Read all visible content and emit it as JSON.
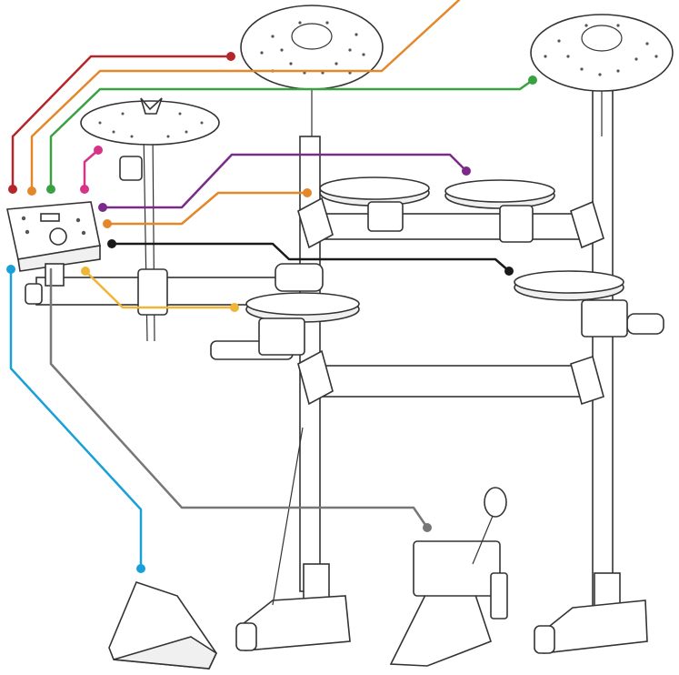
{
  "diagram": {
    "connector_colors": {
      "crash_red": "#b5262b",
      "ride_orange": "#e4872a",
      "crash_green": "#3aa143",
      "hihat_magenta": "#d6338a",
      "tom_purple": "#7b2a8a",
      "snare_orange": "#e4872a",
      "floor_black": "#1a1a1a",
      "tom_yellow": "#f0b437",
      "kick_gray": "#777777",
      "hihat_pedal_blue": "#1aa0d8"
    },
    "components": [
      {
        "id": "module",
        "icon": "drum-module-icon"
      },
      {
        "id": "crash-cymbal-left",
        "icon": "cymbal-icon"
      },
      {
        "id": "crash-cymbal-right",
        "icon": "cymbal-icon"
      },
      {
        "id": "hihat-cymbal",
        "icon": "cymbal-icon"
      },
      {
        "id": "tom-pad-1",
        "icon": "drum-pad-icon"
      },
      {
        "id": "tom-pad-2",
        "icon": "drum-pad-icon"
      },
      {
        "id": "snare-pad",
        "icon": "drum-pad-icon"
      },
      {
        "id": "floor-tom-pad",
        "icon": "drum-pad-icon"
      },
      {
        "id": "kick-pedal",
        "icon": "kick-pedal-icon"
      },
      {
        "id": "hihat-pedal",
        "icon": "hihat-pedal-icon"
      }
    ]
  }
}
